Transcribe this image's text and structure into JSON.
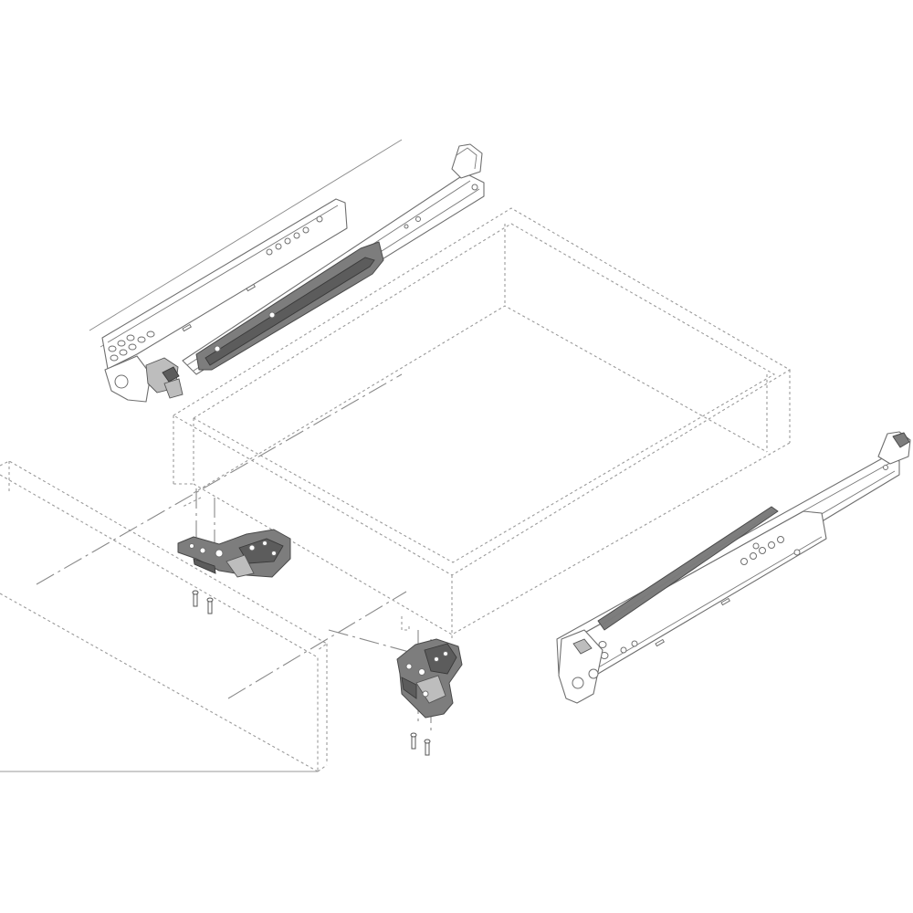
{
  "diagram": {
    "colors": {
      "background": "#ffffff",
      "outline": "#6f6f6f",
      "dashed": "#9a9a9a",
      "part_fill": "#7d7d7d"
    },
    "components": [
      {
        "id": "drawer-box",
        "style": "dashed"
      },
      {
        "id": "drawer-front",
        "style": "dashed"
      },
      {
        "id": "runner-left",
        "style": "solid"
      },
      {
        "id": "runner-right",
        "style": "solid"
      },
      {
        "id": "locking-device-left",
        "style": "filled"
      },
      {
        "id": "locking-device-right",
        "style": "filled"
      },
      {
        "id": "screw",
        "count": 4
      }
    ]
  }
}
